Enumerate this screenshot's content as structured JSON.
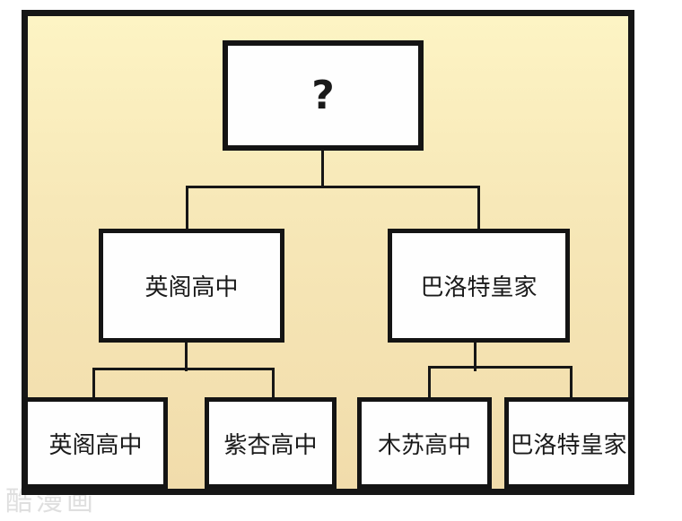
{
  "diagram": {
    "type": "tree",
    "root": {
      "label": "?"
    },
    "level2": [
      {
        "label": "英阁高中"
      },
      {
        "label": "巴洛特皇家"
      }
    ],
    "level3": [
      {
        "label": "英阁高中",
        "parent": "英阁高中"
      },
      {
        "label": "紫杏高中",
        "parent": "英阁高中"
      },
      {
        "label": "木苏高中",
        "parent": "巴洛特皇家"
      },
      {
        "label": "巴洛特皇家",
        "parent": "巴洛特皇家"
      }
    ]
  },
  "watermark": "酷漫画",
  "colors": {
    "background_top": "#fdf4c4",
    "background_bottom": "#f1dcab",
    "box_fill": "#fefefe",
    "line": "#161616",
    "frame_border": "#161616",
    "text": "#1a1a1a",
    "watermark": "#b9b9b9"
  }
}
